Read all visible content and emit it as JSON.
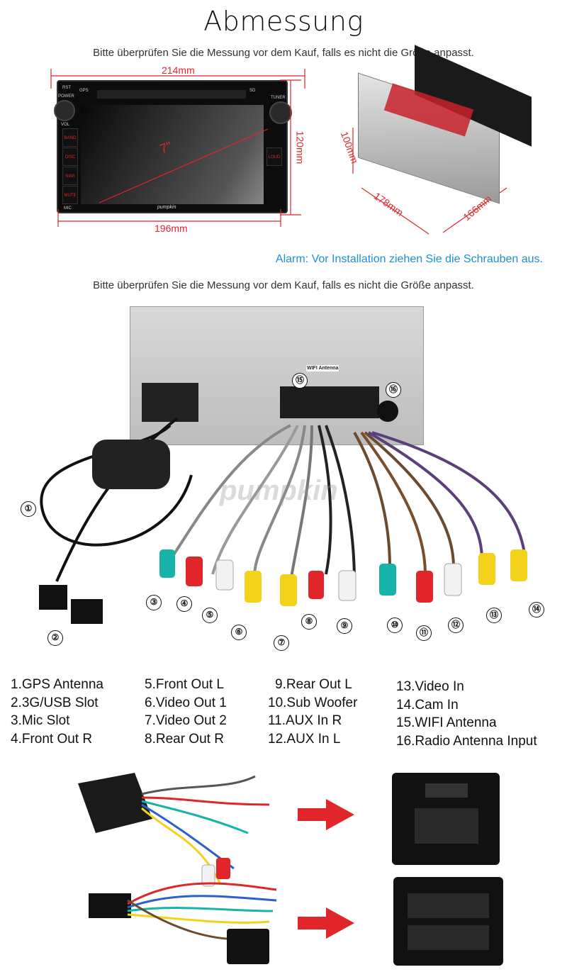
{
  "header": {
    "title": "Abmessung",
    "subtitle": "Bitte überprüfen Sie die Messung vor dem Kauf, falls es nicht die Größe anpasst."
  },
  "front_unit": {
    "width_top": "214mm",
    "width_bottom": "196mm",
    "height": "120mm",
    "screen_size": "7\"",
    "brand": "pumpkin",
    "buttons_left": [
      "BAND",
      "DISC",
      "NAVI",
      "MUTE"
    ],
    "buttons_right": [
      "LOUD"
    ],
    "labels": [
      "RST",
      "POWER",
      "VOL",
      "GPS",
      "SD",
      "TUNER",
      "MIC"
    ]
  },
  "side_unit": {
    "height": "100mm",
    "depth": "178mm",
    "width": "166mm"
  },
  "alarm": "Alarm: Vor Installation ziehen Sie die Schrauben aus.",
  "subtitle2": "Bitte überprüfen Sie die Messung vor dem Kauf, falls es nicht die Größe anpasst.",
  "back_panel": {
    "wifi_label": "WIFI Antenna",
    "watermark": "pumpkin",
    "markers": [
      "①",
      "②",
      "③",
      "④",
      "⑤",
      "⑥",
      "⑦",
      "⑧",
      "⑨",
      "⑩",
      "⑪",
      "⑫",
      "⑬",
      "⑭",
      "⑮",
      "⑯"
    ]
  },
  "legend": {
    "col1": [
      "1.GPS Antenna",
      "2.3G/USB Slot",
      "3.Mic Slot",
      "4.Front Out R"
    ],
    "col2": [
      "5.Front Out L",
      "6.Video Out 1",
      "7.Video Out 2",
      "8.Rear Out R"
    ],
    "col3": [
      "9.Rear Out L",
      "10.Sub Woofer",
      "11.AUX In R",
      "12.AUX In L"
    ],
    "col4": [
      "13.Video In",
      "14.Cam In",
      "15.WIFI Antenna",
      "16.Radio Antenna Input"
    ]
  },
  "colors": {
    "dimension": "#e0262a",
    "alarm": "#1e8fd5"
  }
}
